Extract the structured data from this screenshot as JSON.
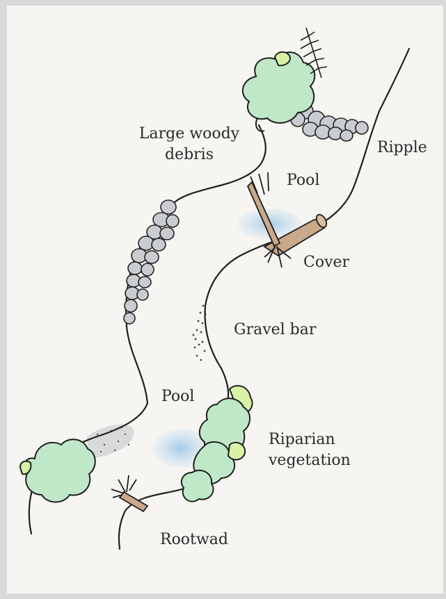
{
  "labels": {
    "large_woody_debris_line1": "Large woody",
    "large_woody_debris_line2": "debris",
    "ripple": "Ripple",
    "pool_upper": "Pool",
    "cover": "Cover",
    "gravel_bar": "Gravel bar",
    "pool_lower": "Pool",
    "riparian_line1": "Riparian",
    "riparian_line2": "vegetation",
    "rootwad": "Rootwad"
  },
  "colors": {
    "paper": "#f6f5f2",
    "ink": "#1e1e1e",
    "foliage": "#bfe8c8",
    "foliage_light": "#d9f2a6",
    "stones": "#c9ccd0",
    "water": "#a8cde6",
    "gravel": "#cfd2d4",
    "wood": "#c9a98a"
  }
}
